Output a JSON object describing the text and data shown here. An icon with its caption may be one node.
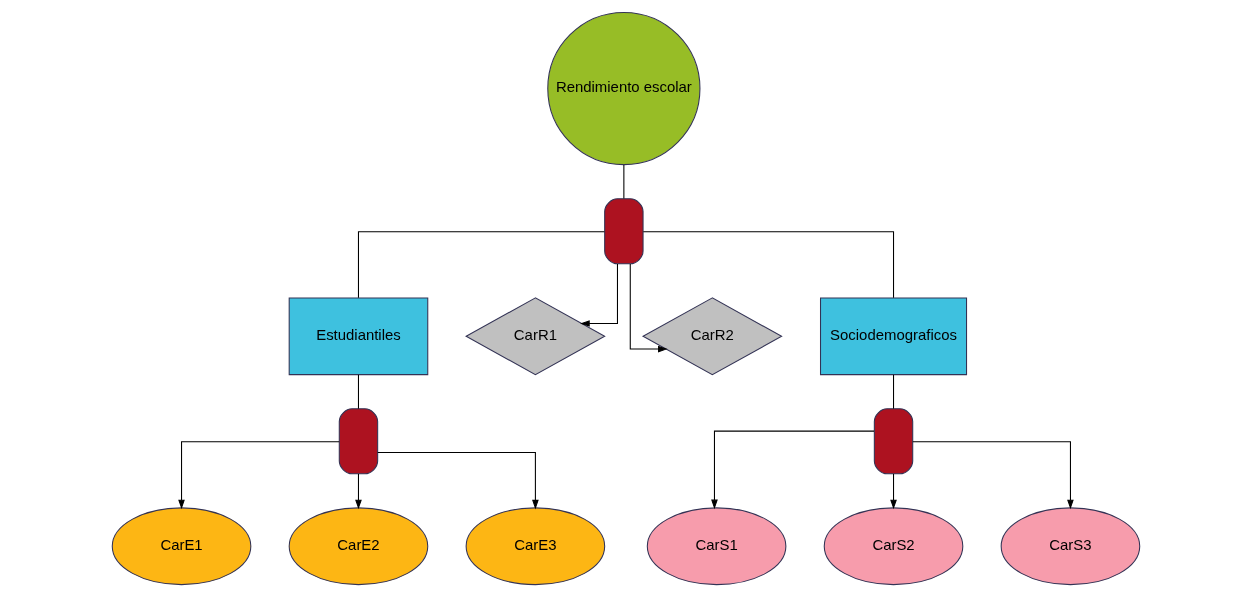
{
  "diagram": {
    "nodes": [
      {
        "text": [
          "Rendimiento escolar"
        ]
      },
      {
        "text": [],
        "shape": "gate"
      },
      {
        "text": [
          "Estudiantiles"
        ]
      },
      {
        "text": [
          "CarR1"
        ]
      },
      {
        "text": [
          "CarR2"
        ]
      },
      {
        "text": [
          "Sociodemograficos"
        ]
      },
      {
        "text": [],
        "shape": "gate"
      },
      {
        "text": [],
        "shape": "gate"
      },
      {
        "text": [
          "CarE1"
        ]
      },
      {
        "text": [
          "CarE2"
        ]
      },
      {
        "text": [
          "CarE3"
        ]
      },
      {
        "text": [
          "CarS1"
        ]
      },
      {
        "text": [
          "CarS2"
        ]
      },
      {
        "text": [
          "CarS3"
        ]
      }
    ],
    "edges": [
      {
        "from": 0,
        "to": 1,
        "arrow": "none"
      },
      {
        "from": 1,
        "to": 2,
        "arrow": "none"
      },
      {
        "from": 1,
        "to": 3,
        "arrow": "to"
      },
      {
        "from": 1,
        "to": 4,
        "arrow": "to"
      },
      {
        "from": 1,
        "to": 5,
        "arrow": "none"
      },
      {
        "from": 2,
        "to": 6,
        "arrow": "none"
      },
      {
        "from": 5,
        "to": 7,
        "arrow": "none"
      },
      {
        "from": 6,
        "to": 8,
        "arrow": "to"
      },
      {
        "from": 6,
        "to": 9,
        "arrow": "to"
      },
      {
        "from": 6,
        "to": 10,
        "arrow": "to"
      },
      {
        "from": 7,
        "to": 11,
        "arrow": "to"
      },
      {
        "from": 7,
        "to": 12,
        "arrow": "to"
      },
      {
        "from": 7,
        "to": 13,
        "arrow": "to"
      }
    ]
  }
}
